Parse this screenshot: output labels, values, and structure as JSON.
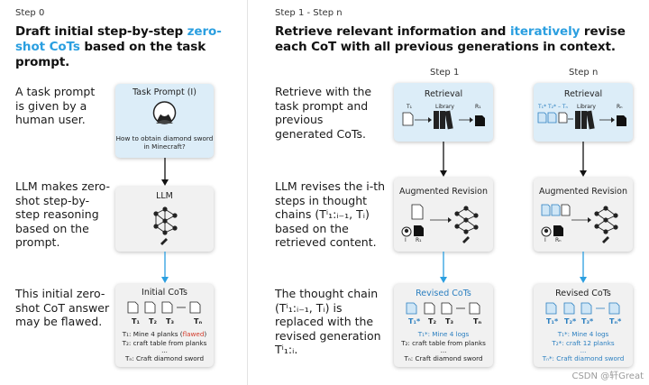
{
  "left": {
    "step_label": "Step 0",
    "heading_part1": "Draft initial step-by-step ",
    "heading_highlight": "zero-shot CoTs",
    "heading_part2": " based on the task prompt.",
    "desc1": "A task prompt is given by a human user.",
    "desc2": "LLM makes zero-shot step-by-step reasoning based on the prompt.",
    "desc3": "This initial zero-shot CoT answer may be flawed.",
    "task_box": {
      "title": "Task Prompt (I)",
      "question": "How to obtain diamond sword in Minecraft?"
    },
    "llm_box": {
      "title": "LLM"
    },
    "cot_box": {
      "title": "Initial CoTs",
      "tokens": [
        "T₁",
        "T₂",
        "T₃",
        "Tₙ"
      ],
      "line1_prefix": "T₁: Mine 4 planks (",
      "line1_flag": "flawed",
      "line1_suffix": ")",
      "line2": "T₂: craft table from planks",
      "dots": "...",
      "line3": "Tₙ: Craft diamond sword"
    }
  },
  "right": {
    "step_label": "Step 1 - Step n",
    "heading_part1": "Retrieve relevant information and ",
    "heading_highlight": "iteratively",
    "heading_part2": " revise each CoT with all previous generations in context.",
    "desc1": "Retrieve with the task prompt and previous generated CoTs.",
    "desc2": "LLM revises the i-th steps in thought chains (Tⁱ₁:ᵢ₋₁, Tᵢ) based on the retrieved content.",
    "desc3": "The thought chain (Tⁱ₁:ᵢ₋₁, Tᵢ) is replaced with the revised generation Tⁱ₁:ᵢ.",
    "col1_label": "Step 1",
    "coln_label": "Step n",
    "retrieval_title": "Retrieval",
    "library_label": "Library",
    "r1": "R₁",
    "rn": "Rₙ",
    "t1": "T₁",
    "tn_seq": "T₁* T₂* – Tₙ",
    "aug_title": "Augmented Revision",
    "revised_title": "Revised CoTs",
    "i_label": "I",
    "rev1_tokens": [
      "T₁*",
      "T₂",
      "T₃",
      "Tₙ"
    ],
    "rev1_line1": "T₁*: Mine 4 logs",
    "rev1_line2": "T₂: craft table from planks",
    "rev1_dots": "...",
    "rev1_line3": "Tₙ: Craft diamond sword",
    "revn_tokens": [
      "T₁*",
      "T₂*",
      "T₃*",
      "Tₙ*"
    ],
    "revn_line1": "T₁*: Mine 4 logs",
    "revn_line2": "T₂*: craft 12 planks",
    "revn_dots": "...",
    "revn_line3": "Tₙ*: Craft diamond sword"
  },
  "watermark": "CSDN @轩Great",
  "colors": {
    "accent_blue": "#2b9fe0",
    "box_blue": "#dcedf8",
    "box_gray": "#f1f1f1",
    "flag_red": "#d23a2a"
  }
}
